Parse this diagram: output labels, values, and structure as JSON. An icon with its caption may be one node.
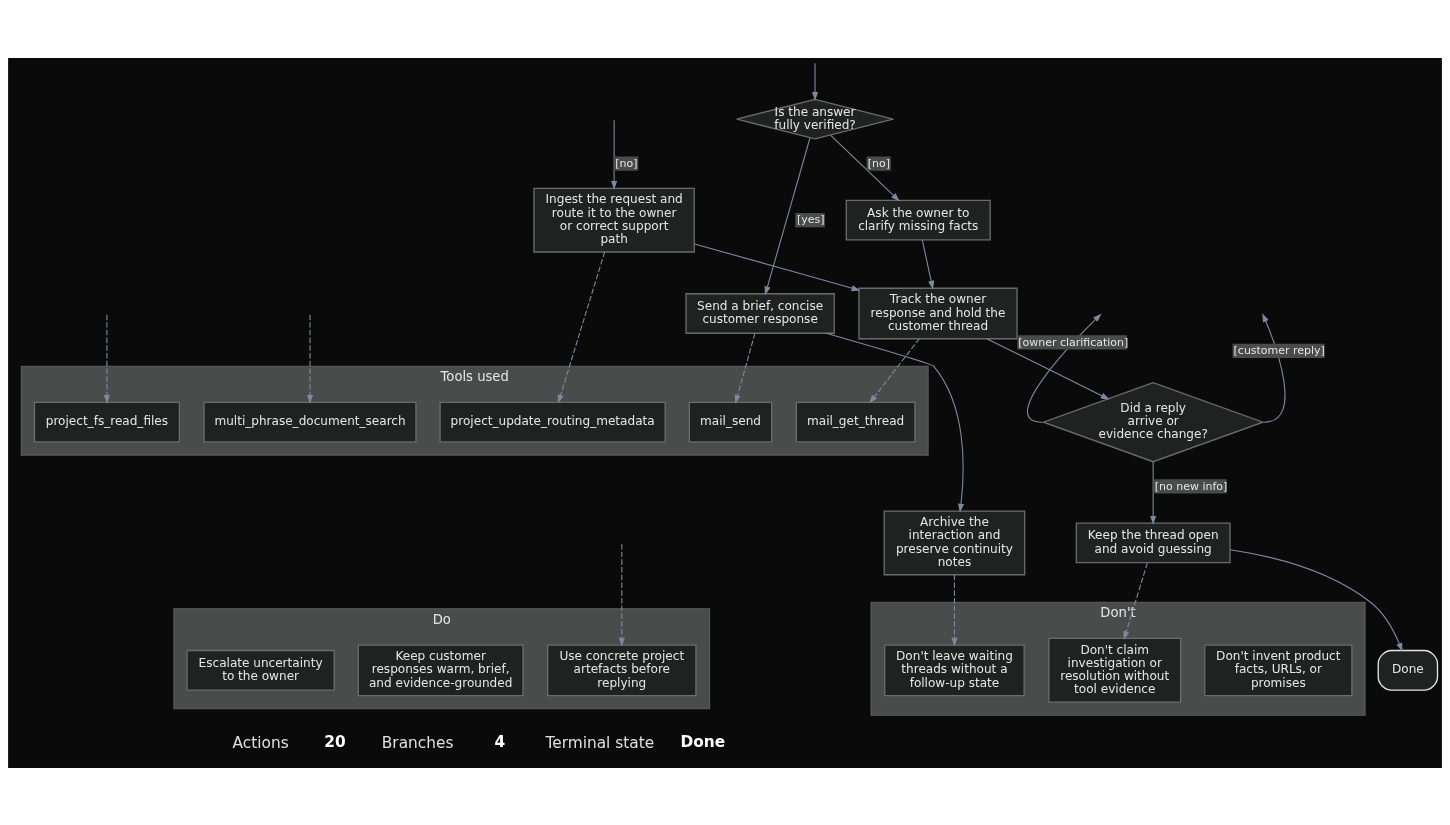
{
  "diagram": {
    "nodes": [
      {
        "text": [
          "Do"
        ]
      },
      {
        "text": [
          "Use concrete project artefacts before replying"
        ],
        "in": 0
      },
      {
        "text": [
          "Keep customer responses warm, brief, and evidence-grounded"
        ],
        "in": 0
      },
      {
        "text": [
          "Escalate uncertainty to the owner"
        ],
        "in": 0
      },
      {
        "text": [
          "Is the answer fully verified?"
        ]
      },
      {
        "text": [
          "Ingest the request and route it to the owner or correct support path"
        ]
      },
      {
        "text": [
          "Ask the owner to clarify missing facts"
        ]
      },
      {
        "text": [
          "Send a brief, concise customer response"
        ]
      },
      {
        "text": [
          "Track the owner response and hold the customer thread"
        ]
      },
      {
        "text": [
          "Tools used"
        ]
      },
      {
        "text": [
          "project_fs_read_files"
        ],
        "in": 9
      },
      {
        "text": [
          "multi_phrase_document_search"
        ],
        "in": 9
      },
      {
        "text": [
          "mail_send"
        ],
        "in": 9
      },
      {
        "text": [
          "mail_get_thread"
        ],
        "in": 9
      },
      {
        "text": [
          "project_update_routing_metadata"
        ],
        "in": 9
      },
      {
        "text": [
          "Archive the interaction and preserve continuity notes"
        ]
      },
      {
        "text": [
          "Did a reply arrive or evidence change?"
        ]
      },
      {
        "text": [
          "Keep the thread open and avoid guessing"
        ]
      },
      {
        "text": [
          "Don't"
        ]
      },
      {
        "text": [
          "Don't invent product facts, URLs, or promises"
        ],
        "in": 18
      },
      {
        "text": [
          "Don't claim investigation or resolution without tool evidence"
        ],
        "in": 18
      },
      {
        "text": [
          "Don't leave waiting threads without a follow-up state"
        ],
        "in": 18
      },
      {
        "text": [
          "Done"
        ]
      }
    ],
    "edges": [
      {
        "from": null,
        "to": 1,
        "arrow": "to",
        "style": "dashed"
      },
      {
        "from": null,
        "to": 10,
        "arrow": "to",
        "style": "dashed"
      },
      {
        "from": null,
        "to": 11,
        "arrow": "to",
        "style": "dashed"
      },
      {
        "from": null,
        "to": 5,
        "arrow": "to",
        "label": "[no]"
      },
      {
        "from": 5,
        "to": 14,
        "arrow": "to",
        "style": "dashed"
      },
      {
        "from": null,
        "to": 4,
        "arrow": "to"
      },
      {
        "from": 16,
        "to": null,
        "arrow": "to",
        "label": "[owner clarification]"
      },
      {
        "from": 16,
        "to": null,
        "arrow": "to",
        "label": "[customer reply]"
      },
      {
        "from": 4,
        "to": 7,
        "arrow": "to",
        "label": "[yes]"
      },
      {
        "from": 4,
        "to": 6,
        "arrow": "to",
        "label": "[no]"
      },
      {
        "from": 5,
        "to": 8,
        "arrow": "to"
      },
      {
        "from": 6,
        "to": 8,
        "arrow": "to"
      },
      {
        "from": 7,
        "to": 12,
        "arrow": "to",
        "style": "dashed"
      },
      {
        "from": 7,
        "to": 15,
        "arrow": "to"
      },
      {
        "from": 8,
        "to": 13,
        "arrow": "to",
        "style": "dashed"
      },
      {
        "from": 8,
        "to": 16,
        "arrow": "to"
      },
      {
        "from": 15,
        "to": 21,
        "arrow": "to",
        "style": "dashed"
      },
      {
        "from": 16,
        "to": 17,
        "arrow": "to",
        "label": "[no new info]"
      },
      {
        "from": 17,
        "to": 22,
        "arrow": "to"
      },
      {
        "from": 17,
        "to": 20,
        "arrow": "to",
        "style": "dashed"
      }
    ],
    "labels": [
      "Actions",
      "20",
      "Branches",
      "4",
      "Terminal state",
      "Done"
    ]
  }
}
